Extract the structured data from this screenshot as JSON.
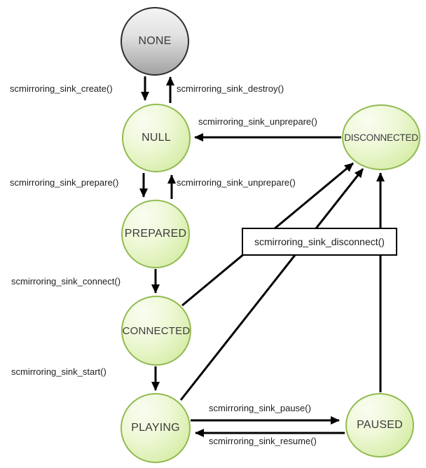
{
  "diagram": {
    "type": "state-machine",
    "states": {
      "none": {
        "label": "NONE"
      },
      "null": {
        "label": "NULL"
      },
      "prepared": {
        "label": "PREPARED"
      },
      "connected": {
        "label": "CONNECTED"
      },
      "playing": {
        "label": "PLAYING"
      },
      "paused": {
        "label": "PAUSED"
      },
      "disconnected": {
        "label": "DISCONNECTED"
      }
    },
    "transitions": {
      "create": {
        "label": "scmirroring_sink_create()",
        "from": "NONE",
        "to": "NULL"
      },
      "destroy": {
        "label": "scmirroring_sink_destroy()",
        "from": "NULL",
        "to": "NONE"
      },
      "unprepare_from_disconnected": {
        "label": "scmirroring_sink_unprepare()",
        "from": "DISCONNECTED",
        "to": "NULL"
      },
      "prepare": {
        "label": "scmirroring_sink_prepare()",
        "from": "NULL",
        "to": "PREPARED"
      },
      "unprepare_from_prepared": {
        "label": "scmirroring_sink_unprepare()",
        "from": "PREPARED",
        "to": "NULL"
      },
      "connect": {
        "label": "scmirroring_sink_connect()",
        "from": "PREPARED",
        "to": "CONNECTED"
      },
      "start": {
        "label": "scmirroring_sink_start()",
        "from": "CONNECTED",
        "to": "PLAYING"
      },
      "disconnect": {
        "label": "scmirroring_sink_disconnect()",
        "from": "CONNECTED / PLAYING / PAUSED",
        "to": "DISCONNECTED"
      },
      "pause": {
        "label": "scmirroring_sink_pause()",
        "from": "PLAYING",
        "to": "PAUSED"
      },
      "resume": {
        "label": "scmirroring_sink_resume()",
        "from": "PAUSED",
        "to": "PLAYING"
      }
    },
    "colors": {
      "state_fill_light": "#f9fdf1",
      "state_fill_dark": "#c9e793",
      "state_border": "#92ba52",
      "none_fill_light": "#f4f4f4",
      "none_fill_dark": "#a2a2a2",
      "none_border": "#2d2d2d",
      "arrow": "#000000",
      "text": "#1d1d1d",
      "state_text": "#3b3b3b"
    }
  }
}
